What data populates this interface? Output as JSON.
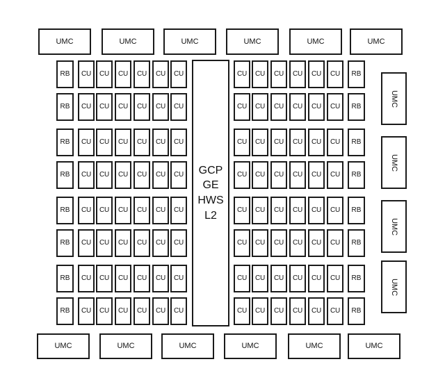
{
  "labels": {
    "umc": "UMC",
    "cu": "CU",
    "rb": "RB"
  },
  "center": {
    "lines": [
      "GCP",
      "GE",
      "HWS",
      "L2"
    ]
  },
  "colors": {
    "stroke": "#1a1a1a",
    "fill": "#ffffff"
  }
}
